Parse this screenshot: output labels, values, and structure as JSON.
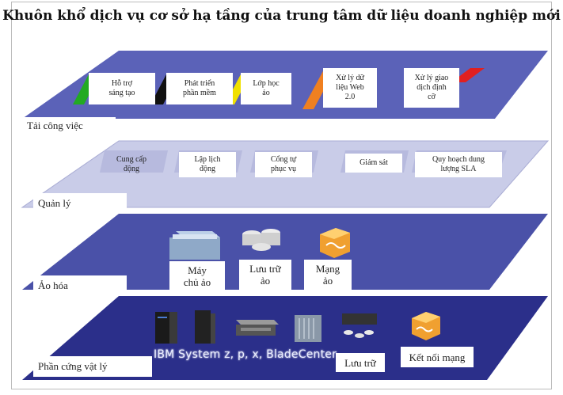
{
  "title": "Khuôn khổ dịch vụ cơ sở hạ tầng của trung tâm dữ liệu doanh nghiệp mới",
  "colors": {
    "layer_workload": "#5b62b8",
    "layer_management": "#c9cce8",
    "layer_virtual": "#4a51a8",
    "layer_physical": "#2b2f8a"
  },
  "layers": {
    "workload": {
      "label": "Tải công việc",
      "items": [
        {
          "label": "Hỗ trợ\nsáng tạo",
          "stripe": "#22aa22"
        },
        {
          "label": "Phát triển\nphần mềm",
          "stripe": "#111111"
        },
        {
          "label": "Lớp học\nảo",
          "stripe": "#f0e000"
        },
        {
          "label": "Xử lý dữ\nliệu Web\n2.0",
          "stripe": "#f08020"
        },
        {
          "label": "Xử lý giao\ndịch định\ncỡ",
          "stripe": "#e02020"
        }
      ]
    },
    "management": {
      "label": "Quản lý",
      "items": [
        {
          "label": "Cung cấp\nđộng"
        },
        {
          "label": "Lập lịch\nđộng"
        },
        {
          "label": "Cổng tự\nphục vụ"
        },
        {
          "label": "Giám sát"
        },
        {
          "label": "Quy hoạch dung\nlượng SLA"
        }
      ]
    },
    "virtualization": {
      "label": "Ảo hóa",
      "items": [
        {
          "label": "Máy\nchủ ảo",
          "icon": "virtual-server-icon"
        },
        {
          "label": "Lưu trữ\nảo",
          "icon": "virtual-storage-icon"
        },
        {
          "label": "Mạng\nảo",
          "icon": "virtual-network-icon"
        }
      ]
    },
    "physical": {
      "label": "Phần cứng vật lý",
      "systems_label": "IBM System z, p, x, BladeCenter",
      "storage_label": "Lưu trữ",
      "network_label": "Kết nối mạng",
      "icons": [
        "mainframe-icon",
        "server-rack-icon",
        "blade-chassis-icon",
        "blade-server-icon",
        "storage-array-icon",
        "network-switch-icon"
      ]
    }
  }
}
